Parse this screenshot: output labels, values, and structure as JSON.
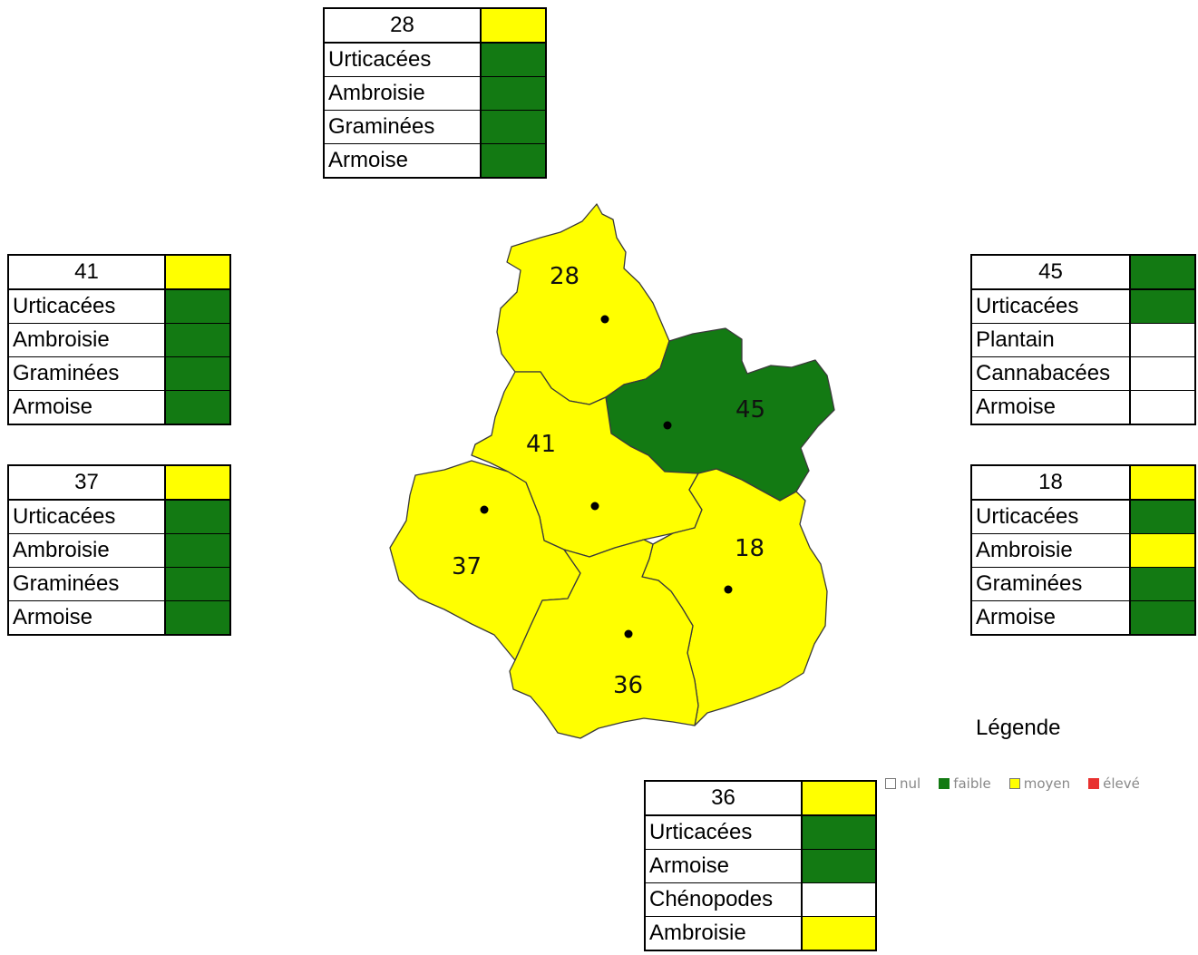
{
  "colors": {
    "nul": "#ffffff",
    "faible": "#137a13",
    "moyen": "#ffff00",
    "eleve": "#e8312f"
  },
  "map": {
    "departments": [
      {
        "code": "28",
        "level": "moyen"
      },
      {
        "code": "45",
        "level": "faible"
      },
      {
        "code": "41",
        "level": "moyen"
      },
      {
        "code": "37",
        "level": "moyen"
      },
      {
        "code": "18",
        "level": "moyen"
      },
      {
        "code": "36",
        "level": "moyen"
      }
    ]
  },
  "tables": {
    "t28": {
      "code": "28",
      "level": "moyen",
      "rows": [
        {
          "name": "Urticacées",
          "level": "faible"
        },
        {
          "name": "Ambroisie",
          "level": "faible"
        },
        {
          "name": "Graminées",
          "level": "faible"
        },
        {
          "name": "Armoise",
          "level": "faible"
        }
      ]
    },
    "t41": {
      "code": "41",
      "level": "moyen",
      "rows": [
        {
          "name": "Urticacées",
          "level": "faible"
        },
        {
          "name": "Ambroisie",
          "level": "faible"
        },
        {
          "name": "Graminées",
          "level": "faible"
        },
        {
          "name": "Armoise",
          "level": "faible"
        }
      ]
    },
    "t37": {
      "code": "37",
      "level": "moyen",
      "rows": [
        {
          "name": "Urticacées",
          "level": "faible"
        },
        {
          "name": "Ambroisie",
          "level": "faible"
        },
        {
          "name": "Graminées",
          "level": "faible"
        },
        {
          "name": "Armoise",
          "level": "faible"
        }
      ]
    },
    "t45": {
      "code": "45",
      "level": "faible",
      "rows": [
        {
          "name": "Urticacées",
          "level": "faible"
        },
        {
          "name": "Plantain",
          "level": "nul"
        },
        {
          "name": "Cannabacées",
          "level": "nul"
        },
        {
          "name": "Armoise",
          "level": "nul"
        }
      ]
    },
    "t18": {
      "code": "18",
      "level": "moyen",
      "rows": [
        {
          "name": "Urticacées",
          "level": "faible"
        },
        {
          "name": "Ambroisie",
          "level": "moyen"
        },
        {
          "name": "Graminées",
          "level": "faible"
        },
        {
          "name": "Armoise",
          "level": "faible"
        }
      ]
    },
    "t36": {
      "code": "36",
      "level": "moyen",
      "rows": [
        {
          "name": "Urticacées",
          "level": "faible"
        },
        {
          "name": "Armoise",
          "level": "faible"
        },
        {
          "name": "Chénopodes",
          "level": "nul"
        },
        {
          "name": "Ambroisie",
          "level": "moyen"
        }
      ]
    }
  },
  "legend": {
    "title": "Légende",
    "items": [
      {
        "label": "nul",
        "level": "nul"
      },
      {
        "label": "faible",
        "level": "faible"
      },
      {
        "label": "moyen",
        "level": "moyen"
      },
      {
        "label": "élevé",
        "level": "eleve"
      }
    ]
  }
}
